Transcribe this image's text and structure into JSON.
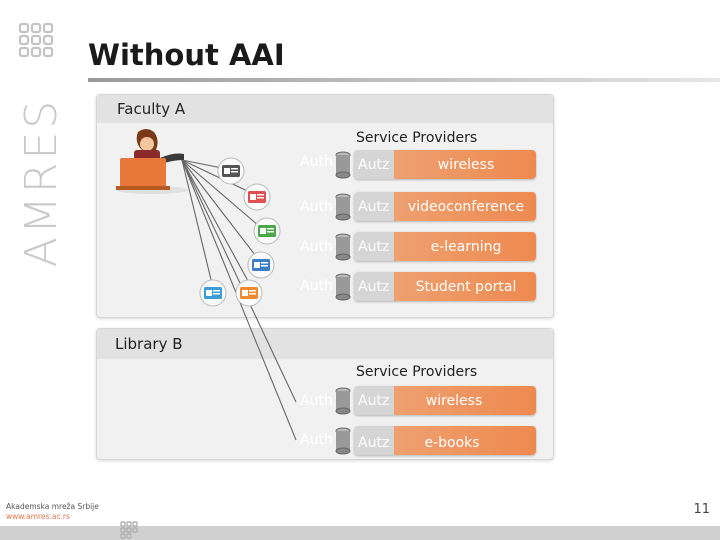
{
  "brand": {
    "name": "AMRES",
    "org_name": "Akademska mreža Srbije",
    "url": "www.amres.ac.rs",
    "color": "#e8774a"
  },
  "slide": {
    "title": "Without AAI",
    "page_number": "11"
  },
  "faculty": {
    "label": "Faculty A",
    "sp_title": "Service Providers",
    "rows": [
      {
        "auth": "Auth",
        "autz": "Autz",
        "service": "wireless"
      },
      {
        "auth": "Auth",
        "autz": "Autz",
        "service": "videoconference"
      },
      {
        "auth": "Auth",
        "autz": "Autz",
        "service": "e-learning"
      },
      {
        "auth": "Auth",
        "autz": "Autz",
        "service": "Student portal"
      }
    ]
  },
  "library": {
    "label": "Library B",
    "sp_title": "Service Providers",
    "rows": [
      {
        "auth": "Auth",
        "autz": "Autz",
        "service": "wireless"
      },
      {
        "auth": "Auth",
        "autz": "Autz",
        "service": "e-books"
      }
    ]
  },
  "credential_icons": [
    "id-card-icon",
    "id-card-icon",
    "id-card-icon",
    "id-card-icon",
    "id-card-icon",
    "id-card-icon"
  ],
  "colors": {
    "accent": "#ee8a50",
    "panel": "#f1f1f1",
    "header": "#e2e2e2",
    "card_red": "#e05050",
    "card_green": "#4aa84a",
    "card_blue": "#3a7ec8",
    "card_orange": "#f08a30",
    "card_gray": "#555555"
  }
}
